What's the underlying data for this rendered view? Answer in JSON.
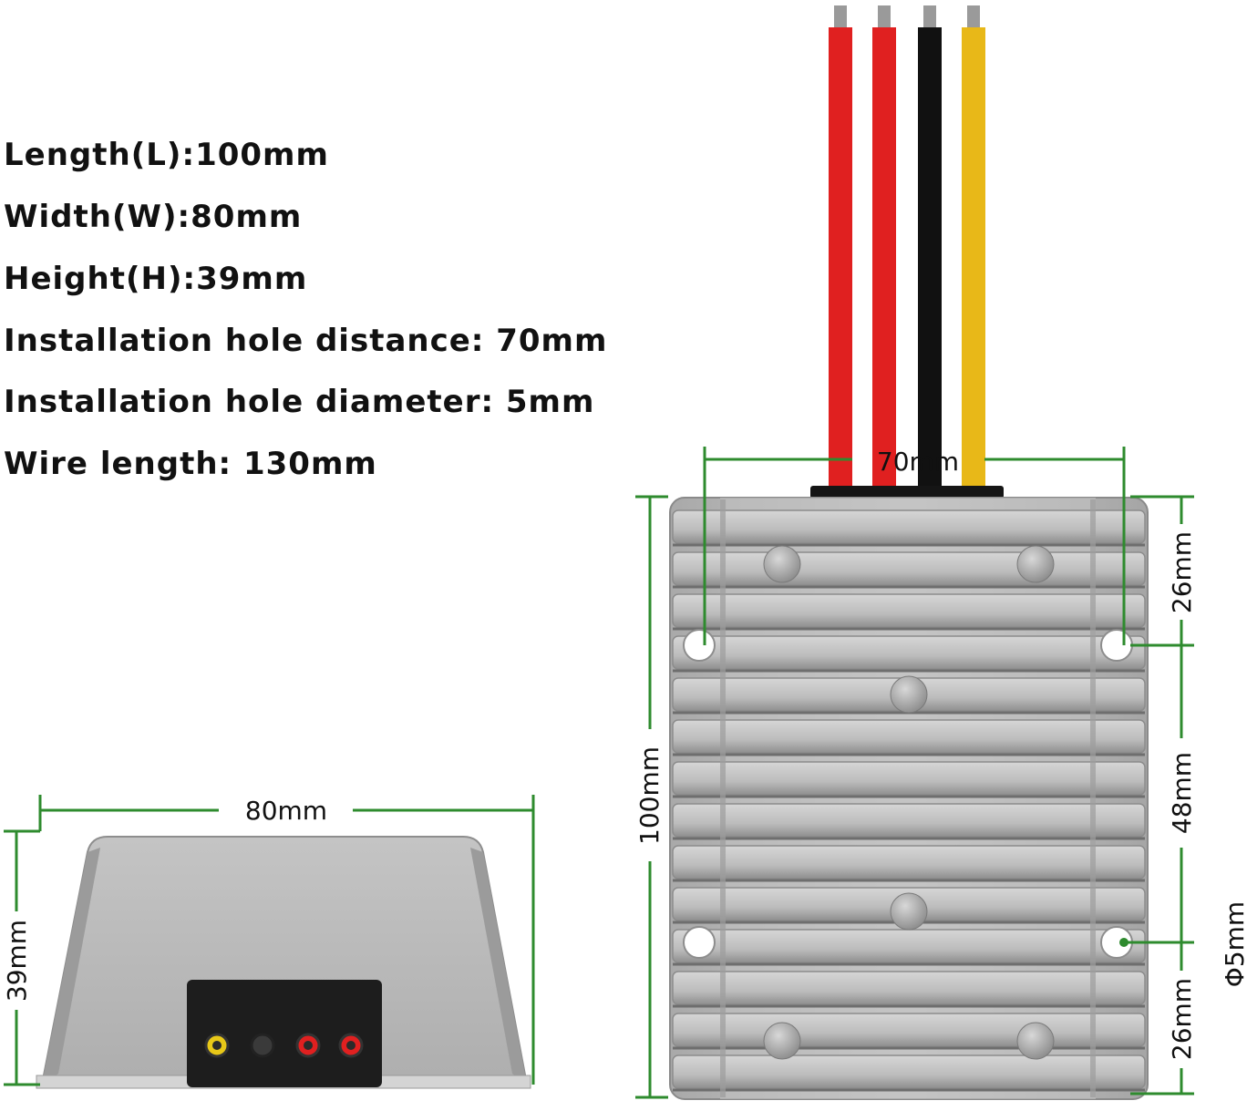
{
  "specs": {
    "length": "Length(L):100mm",
    "width": "Width(W):80mm",
    "height": "Height(H):39mm",
    "hole_distance": "Installation hole distance:  70mm",
    "hole_diameter": "Installation hole diameter:  5mm",
    "wire_length": "Wire length: 130mm"
  },
  "dimensions": {
    "hole_spacing": "70mm",
    "body_length": "100mm",
    "top_offset": "26mm",
    "middle_gap": "48mm",
    "bottom_offset": "26mm",
    "hole_size": "Φ5mm",
    "front_width": "80mm",
    "front_height": "39mm"
  },
  "colors": {
    "dimension_line": "#2e8b2e",
    "wire_red": "#e02020",
    "wire_black": "#111111",
    "wire_yellow": "#e8b818",
    "housing": "#b8b8b8"
  }
}
